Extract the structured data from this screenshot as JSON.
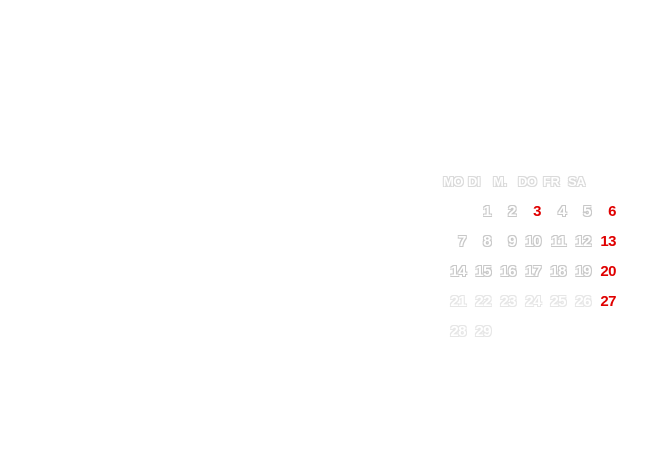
{
  "calendar": {
    "weekdays": [
      "MO",
      "DI",
      "M.",
      "DO",
      "FR",
      "SA",
      ""
    ],
    "weeks": [
      [
        "",
        "1",
        "2",
        "3",
        "4",
        "5",
        "6"
      ],
      [
        "7",
        "8",
        "9",
        "10",
        "11",
        "12",
        "13"
      ],
      [
        "14",
        "15",
        "16",
        "17",
        "18",
        "19",
        "20"
      ],
      [
        "21",
        "22",
        "23",
        "24",
        "25",
        "26",
        "27"
      ],
      [
        "28",
        "29",
        "",
        "",
        "",
        "",
        ""
      ]
    ],
    "highlight_color": "#e00000",
    "highlight_days": [
      "3",
      "6",
      "13",
      "20",
      "27"
    ]
  }
}
